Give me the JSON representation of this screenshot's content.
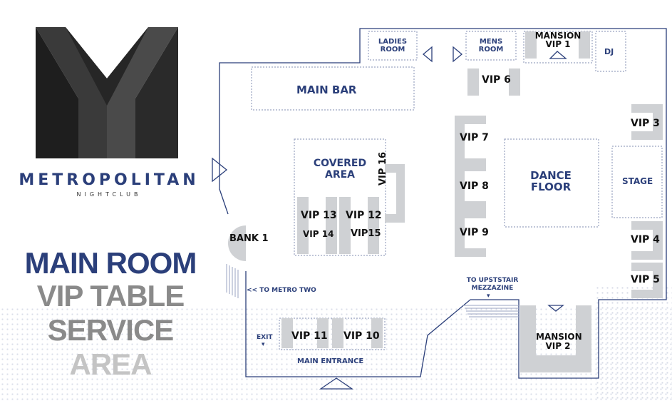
{
  "brand": {
    "name": "METROPOLITAN",
    "subtitle": "NIGHTCLUB"
  },
  "title": {
    "line1": "MAIN ROOM",
    "line2": "VIP TABLE",
    "line3": "SERVICE",
    "line4": "AREA"
  },
  "colors": {
    "brand_blue": "#2b3f7a",
    "table_gray": "#cfd1d4",
    "title_gray": "#8a8a8a",
    "title_light_gray": "#c4c4c4",
    "logo_dark": "#2a2a2a"
  },
  "map": {
    "ladies_room": "LADIES ROOM",
    "mens_room": "MENS ROOM",
    "mansion_vip1": "MANSION VIP 1",
    "dj": "DJ",
    "main_bar": "MAIN BAR",
    "covered_area": "COVERED AREA",
    "dance_floor": "DANCE FLOOR",
    "stage": "STAGE",
    "bank1": "BANK 1",
    "to_metro_two": "<< TO METRO TWO",
    "to_upstairs": "TO UPSTSTAIR MEZZAZINE",
    "exit": "EXIT",
    "main_entrance": "MAIN ENTRANCE",
    "mansion_vip2": "MANSION VIP 2",
    "vip": {
      "v1": "VIP 1",
      "v3": "VIP 3",
      "v4": "VIP 4",
      "v5": "VIP 5",
      "v6": "VIP 6",
      "v7": "VIP 7",
      "v8": "VIP 8",
      "v9": "VIP 9",
      "v10": "VIP 10",
      "v11": "VIP 11",
      "v12": "VIP 12",
      "v13": "VIP 13",
      "v14": "VIP 14",
      "v15": "VIP15",
      "v16": "VIP 16"
    },
    "arrow_down": "▾"
  }
}
